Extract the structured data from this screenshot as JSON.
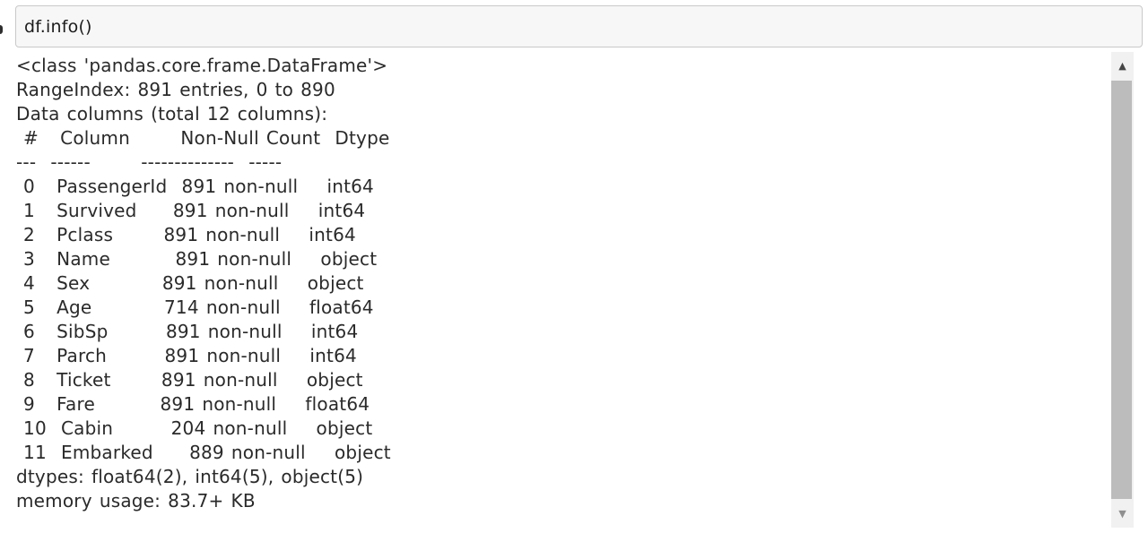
{
  "code_cell": {
    "code": "df.info()"
  },
  "output_cell": {
    "lines": [
      "<class 'pandas.core.frame.DataFrame'>",
      "RangeIndex: 891 entries, 0 to 890",
      "Data columns (total 12 columns):",
      " #   Column       Non-Null Count  Dtype  ",
      "---  ------       --------------  -----  ",
      " 0   PassengerId  891 non-null    int64  ",
      " 1   Survived     891 non-null    int64  ",
      " 2   Pclass       891 non-null    int64  ",
      " 3   Name         891 non-null    object ",
      " 4   Sex          891 non-null    object ",
      " 5   Age          714 non-null    float64",
      " 6   SibSp        891 non-null    int64  ",
      " 7   Parch        891 non-null    int64  ",
      " 8   Ticket       891 non-null    object ",
      " 9   Fare         891 non-null    float64",
      " 10  Cabin        204 non-null    object ",
      " 11  Embarked     889 non-null    object ",
      "dtypes: float64(2), int64(5), object(5)",
      "memory usage: 83.7+ KB"
    ],
    "dataframe_summary": {
      "class": "pandas.core.frame.DataFrame",
      "range_index_entries": 891,
      "index_from": 0,
      "index_to": 890,
      "total_columns": 12,
      "columns": [
        {
          "num": 0,
          "column": "PassengerId",
          "non_null_count": "891 non-null",
          "dtype": "int64"
        },
        {
          "num": 1,
          "column": "Survived",
          "non_null_count": "891 non-null",
          "dtype": "int64"
        },
        {
          "num": 2,
          "column": "Pclass",
          "non_null_count": "891 non-null",
          "dtype": "int64"
        },
        {
          "num": 3,
          "column": "Name",
          "non_null_count": "891 non-null",
          "dtype": "object"
        },
        {
          "num": 4,
          "column": "Sex",
          "non_null_count": "891 non-null",
          "dtype": "object"
        },
        {
          "num": 5,
          "column": "Age",
          "non_null_count": "714 non-null",
          "dtype": "float64"
        },
        {
          "num": 6,
          "column": "SibSp",
          "non_null_count": "891 non-null",
          "dtype": "int64"
        },
        {
          "num": 7,
          "column": "Parch",
          "non_null_count": "891 non-null",
          "dtype": "int64"
        },
        {
          "num": 8,
          "column": "Ticket",
          "non_null_count": "891 non-null",
          "dtype": "object"
        },
        {
          "num": 9,
          "column": "Fare",
          "non_null_count": "891 non-null",
          "dtype": "float64"
        },
        {
          "num": 10,
          "column": "Cabin",
          "non_null_count": "204 non-null",
          "dtype": "object"
        },
        {
          "num": 11,
          "column": "Embarked",
          "non_null_count": "889 non-null",
          "dtype": "object"
        }
      ],
      "dtypes": "float64(2), int64(5), object(5)",
      "memory_usage": "83.7+ KB"
    }
  },
  "scrollbar": {
    "up_glyph": "▲",
    "down_glyph": "▼"
  },
  "colors": {
    "page_background": "#ffffff",
    "code_cell_background": "#f7f7f7",
    "code_cell_border": "#c9c9c9",
    "code_text": "#1c1c1c",
    "output_text": "#2a2a2a",
    "scrollbar_track": "#f1f1f1",
    "scrollbar_thumb": "#bcbcbc",
    "scrollbar_arrow_up": "#454545",
    "scrollbar_arrow_down": "#8f8f8f"
  }
}
